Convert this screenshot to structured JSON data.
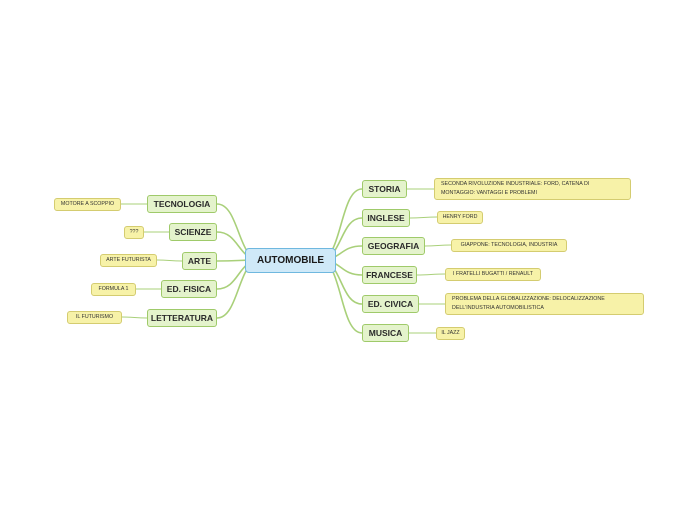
{
  "central": {
    "label": "AUTOMOBILE"
  },
  "right_branches": [
    {
      "label": "STORIA",
      "note": "SECONDA RIVOLUZIONE INDUSTRIALE: FORD, CATENA DI MONTAGGIO: VANTAGGI E PROBLEMI"
    },
    {
      "label": "INGLESE",
      "note": "HENRY FORD"
    },
    {
      "label": "GEOGRAFIA",
      "note": "GIAPPONE: TECNOLOGIA, INDUSTRIA"
    },
    {
      "label": "FRANCESE",
      "note": "I FRATELLI BUGATTI / RENAULT"
    },
    {
      "label": "ED. CIVICA",
      "note": "PROBLEMA DELLA GLOBALIZZAZIONE: DELOCALIZZAZIONE DELL'INDUSTRIA AUTOMOBILISTICA"
    },
    {
      "label": "MUSICA",
      "note": "IL JAZZ"
    }
  ],
  "left_branches": [
    {
      "label": "TECNOLOGIA",
      "note": "MOTORE A SCOPPIO"
    },
    {
      "label": "SCIENZE",
      "note": "???"
    },
    {
      "label": "ARTE",
      "note": "ARTE FUTURISTA"
    },
    {
      "label": "ED. FISICA",
      "note": "FORMULA 1"
    },
    {
      "label": "LETTERATURA",
      "note": "IL FUTURISMO"
    }
  ],
  "colors": {
    "link": "#a9d07a",
    "central_fill": "#cfe9f8",
    "branch_fill": "#e4f3cc",
    "note_fill": "#f7f2a8"
  }
}
